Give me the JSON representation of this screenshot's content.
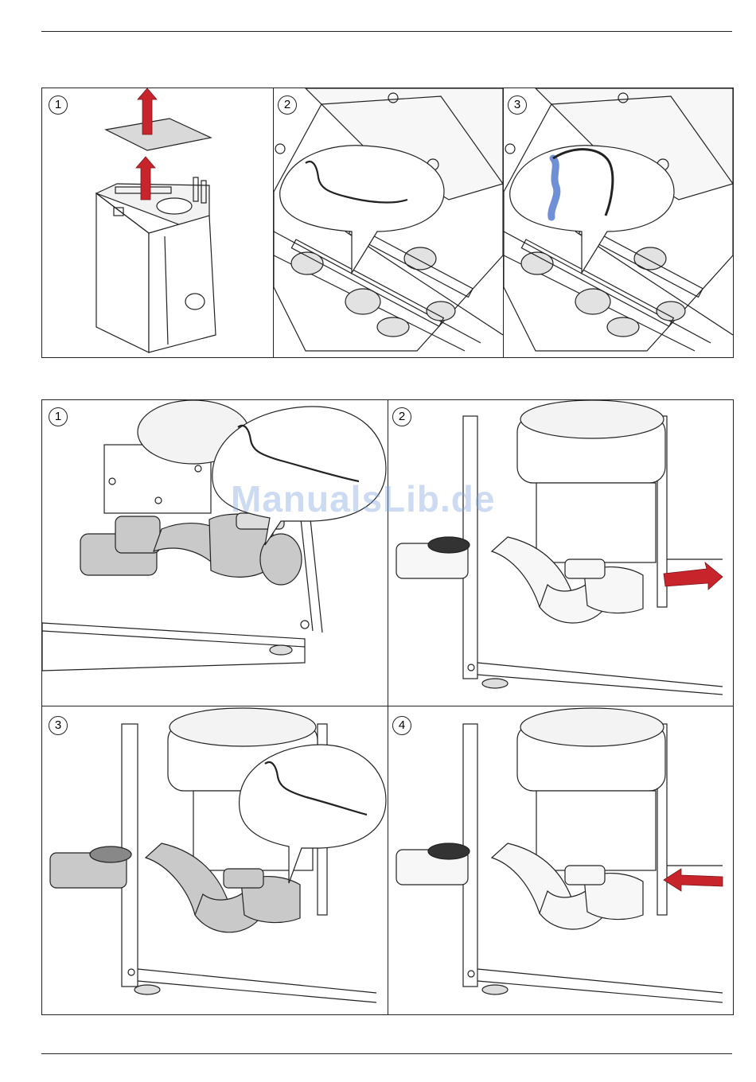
{
  "top_figure": {
    "steps": [
      "1",
      "2",
      "3"
    ]
  },
  "bottom_figure": {
    "steps": [
      "1",
      "2",
      "3",
      "4"
    ]
  },
  "watermark": "ManualsLib.de",
  "colors": {
    "arrow_red": "#c8242b",
    "pipe_grey": "#c9c9c9",
    "cable_blue": "#6f8fd6",
    "line": "#222222"
  }
}
